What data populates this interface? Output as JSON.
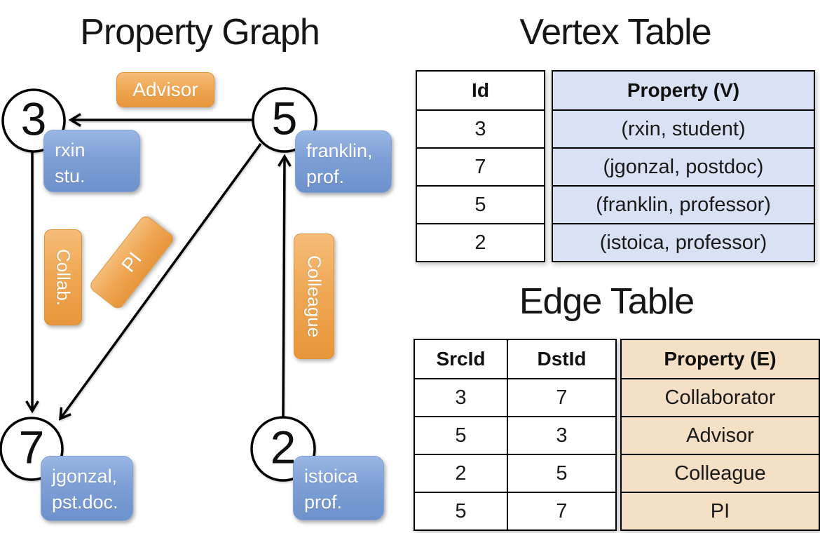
{
  "graph": {
    "title": "Property Graph",
    "nodes": [
      {
        "id": "3",
        "prop_line1": "rxin",
        "prop_line2": "stu."
      },
      {
        "id": "5",
        "prop_line1": "franklin,",
        "prop_line2": "prof."
      },
      {
        "id": "7",
        "prop_line1": "jgonzal,",
        "prop_line2": "pst.doc."
      },
      {
        "id": "2",
        "prop_line1": "istoica",
        "prop_line2": "prof."
      }
    ],
    "edge_labels": {
      "advisor": "Advisor",
      "collab": "Collab.",
      "pi": "PI",
      "colleague": "Colleague"
    }
  },
  "vertex_table": {
    "title": "Vertex Table",
    "headers": {
      "id": "Id",
      "property": "Property (V)"
    },
    "rows": [
      {
        "id": "3",
        "property": "(rxin, student)"
      },
      {
        "id": "7",
        "property": "(jgonzal, postdoc)"
      },
      {
        "id": "5",
        "property": "(franklin, professor)"
      },
      {
        "id": "2",
        "property": "(istoica, professor)"
      }
    ]
  },
  "edge_table": {
    "title": "Edge Table",
    "headers": {
      "src": "SrcId",
      "dst": "DstId",
      "property": "Property (E)"
    },
    "rows": [
      {
        "src": "3",
        "dst": "7",
        "property": "Collaborator"
      },
      {
        "src": "5",
        "dst": "3",
        "property": "Advisor"
      },
      {
        "src": "2",
        "dst": "5",
        "property": "Colleague"
      },
      {
        "src": "5",
        "dst": "7",
        "property": "PI"
      }
    ]
  },
  "colors": {
    "vertex_box_blue": "#7e9fd6",
    "edge_chip_orange": "#efa856",
    "vertex_table_cell_bg": "#d9e2f4",
    "edge_table_cell_bg": "#f5dfc5",
    "line_black": "#000000"
  }
}
